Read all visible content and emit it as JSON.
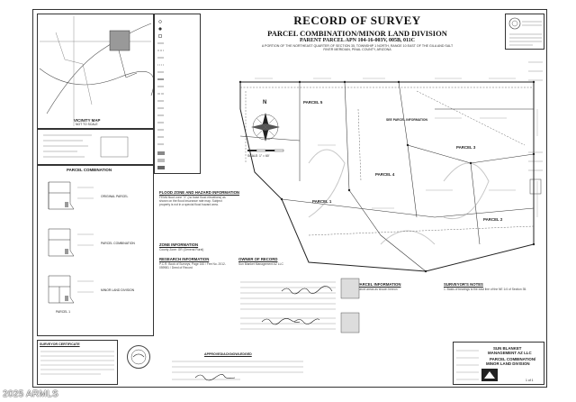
{
  "title": {
    "main": "RECORD OF SURVEY",
    "sub": "PARCEL COMBINATION/MINOR LAND DIVISION",
    "parcel": "PARENT PARCEL APN 104-16-003V, 005B, 011C",
    "desc1": "A PORTION OF THE NORTHEAST QUARTER OF SECTION 35, TOWNSHIP 1 NORTH, RANGE 10 EAST OF THE GILA AND SALT",
    "desc2": "RIVER MERIDIAN, PINAL COUNTY, ARIZONA"
  },
  "vicinity_map": {
    "label": "VICINITY MAP",
    "scale": "NOT TO SCALE"
  },
  "north_arrow": {
    "letter": "N",
    "scale_label": "SCALE: 1\" = 60'"
  },
  "parcel_labels": [
    "PARCEL 1",
    "PARCEL 2",
    "PARCEL 3",
    "PARCEL 4",
    "PARCEL 5",
    "SEE PARCEL INFORMATION"
  ],
  "parcel_combination": {
    "title": "PARCEL COMBINATION",
    "original": "ORIGINAL PARCEL",
    "combined": "PARCEL COMBINATION",
    "division": "MINOR LAND DIVISION",
    "parcel_1": "PARCEL 1"
  },
  "info_sections": [
    {
      "heading": "FLOOD ZONE AND HAZARD INFORMATION",
      "text": "FEMA flood zone \"X\" (no base flood elevations) as shown on the flood insurance rate map. Subject property is not in a special flood hazard area."
    },
    {
      "heading": "ZONE INFORMATION",
      "text": "County Zone: GR (General Rural)"
    },
    {
      "heading": "RESEARCH INFORMATION",
      "text": "P.C.R. Book of Surveys, Page 160 / Fee No. 2012-059981 / Deed of Record"
    },
    {
      "heading": "OWNER OF RECORD",
      "text": "Sun Blanket Management AZ LLC"
    },
    {
      "heading": "PARCEL INFORMATION",
      "text": "Parcel areas as shown hereon"
    },
    {
      "heading": "SURVEYOR'S NOTES",
      "text": "1. Basis of bearings is the east line of the NE 1/4 of Section 35."
    }
  ],
  "certificates": {
    "surveyor": "SURVEYOR CERTIFICATE",
    "approval": "APPROVED/ACKNOWLEDGED"
  },
  "owner_block": {
    "line1": "SUN BLANKET",
    "line2": "MANAGEMENT AZ LLC",
    "line3": "PARCEL COMBINATION/",
    "line4": "MINOR LAND DIVISION"
  },
  "sheet_number": "1 of 1",
  "watermark": "2025 ARMLS"
}
